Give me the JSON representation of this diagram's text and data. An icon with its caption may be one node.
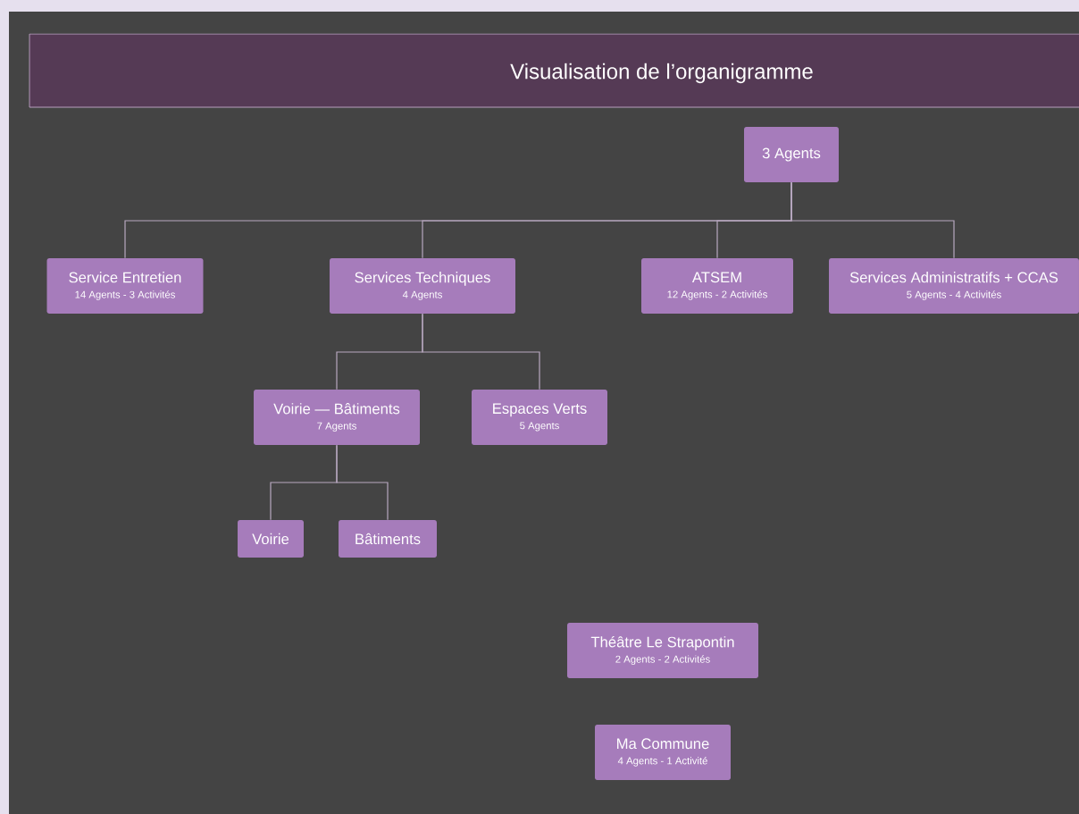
{
  "diagram": {
    "title": "Visualisation de l’organigramme",
    "nodes": [
      {
        "text": [
          "3 Agents"
        ]
      },
      {
        "text": [
          "Service Entretien",
          "14 Agents - 3 Activités"
        ]
      },
      {
        "text": [
          "Services Techniques",
          "4 Agents"
        ]
      },
      {
        "text": [
          "ATSEM",
          "12 Agents - 2 Activités"
        ]
      },
      {
        "text": [
          "Services Administratifs + CCAS",
          "5 Agents - 4 Activités"
        ]
      },
      {
        "text": [
          "Voirie — Bâtiments",
          "7 Agents"
        ]
      },
      {
        "text": [
          "Espaces Verts",
          "5 Agents"
        ]
      },
      {
        "text": [
          "Voirie"
        ]
      },
      {
        "text": [
          "Bâtiments"
        ]
      },
      {
        "text": [
          "Théâtre Le Strapontin",
          "2 Agents - 2 Activités"
        ]
      },
      {
        "text": [
          "Ma Commune",
          "4 Agents - 1 Activité"
        ]
      }
    ],
    "edges": [
      {
        "from": 0,
        "to": 1,
        "arrow": "none"
      },
      {
        "from": 0,
        "to": 2,
        "arrow": "none"
      },
      {
        "from": 0,
        "to": 3,
        "arrow": "none"
      },
      {
        "from": 0,
        "to": 4,
        "arrow": "none"
      },
      {
        "from": 2,
        "to": 5,
        "arrow": "none"
      },
      {
        "from": 2,
        "to": 6,
        "arrow": "none"
      },
      {
        "from": 5,
        "to": 7,
        "arrow": "none"
      },
      {
        "from": 5,
        "to": 8,
        "arrow": "none"
      }
    ]
  }
}
